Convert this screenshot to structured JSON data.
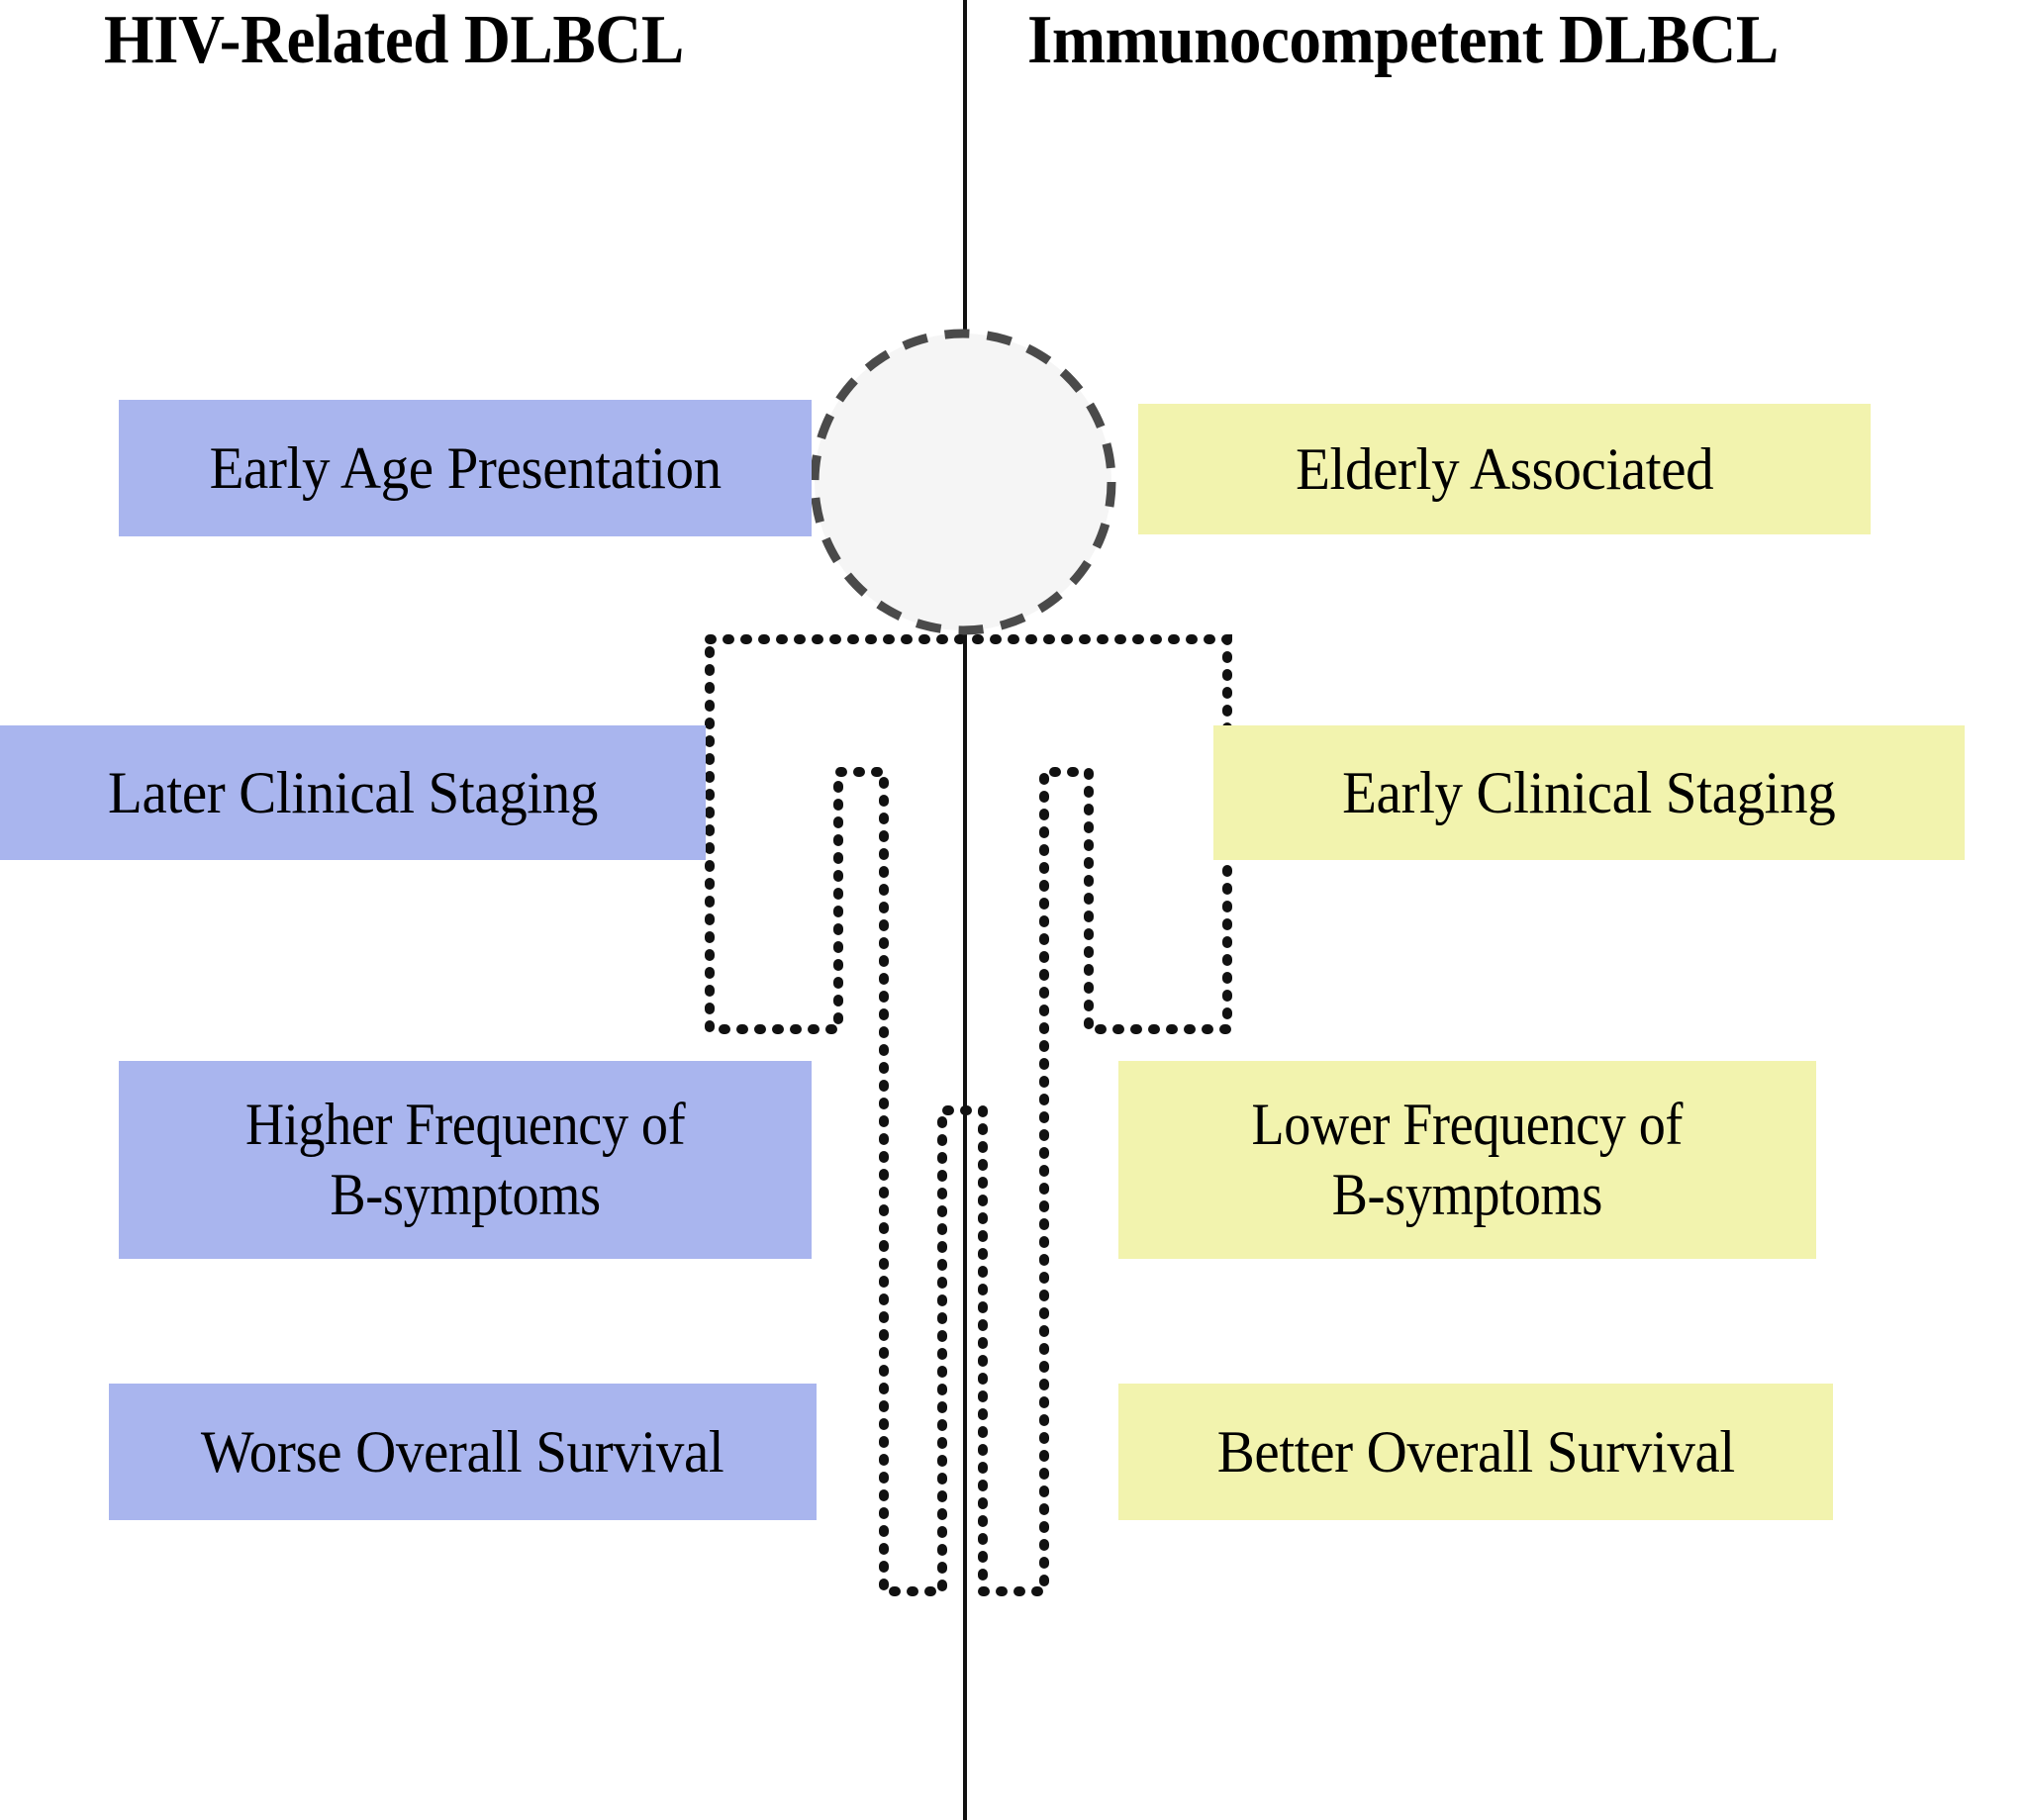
{
  "diagram": {
    "title_left": "HIV-Related DLBCL",
    "title_right": "Immunocompetent DLBCL",
    "colors": {
      "left_box_fill": "#a9b5ee",
      "right_box_fill": "#f2f3ae",
      "divider": "#111111",
      "head_fill": "#f5f5f5",
      "outline": "#2b2b2b",
      "text": "#000000"
    },
    "figure": {
      "name": "human-silhouette",
      "head_style": "dashed-circle",
      "body_style": "dotted-outline"
    },
    "rows": [
      {
        "left": "Early Age Presentation",
        "right": "Elderly Associated"
      },
      {
        "left": "Later Clinical Staging",
        "right": "Early Clinical Staging"
      },
      {
        "left_line1": "Higher Frequency of",
        "left_line2": "B-symptoms",
        "right_line1": "Lower Frequency of",
        "right_line2": "B-symptoms"
      },
      {
        "left": "Worse Overall Survival",
        "right": "Better Overall Survival"
      }
    ]
  }
}
